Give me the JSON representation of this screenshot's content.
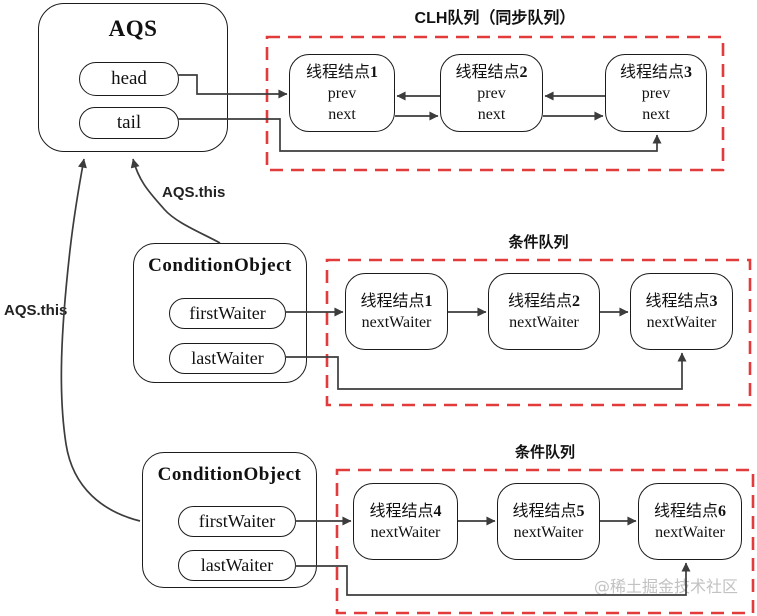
{
  "aqs": {
    "title": "AQS",
    "fields": [
      "head",
      "tail"
    ]
  },
  "labels": {
    "aqs_this_right": "AQS.this",
    "aqs_this_left": "AQS.this"
  },
  "clh": {
    "title": "CLH队列（同步队列）",
    "nodes": [
      {
        "name": "线程结点",
        "num": "1",
        "fields": [
          "prev",
          "next"
        ]
      },
      {
        "name": "线程结点",
        "num": "2",
        "fields": [
          "prev",
          "next"
        ]
      },
      {
        "name": "线程结点",
        "num": "3",
        "fields": [
          "prev",
          "next"
        ]
      }
    ]
  },
  "cond1": {
    "title": "条件队列",
    "object": {
      "title": "ConditionObject",
      "fields": [
        "firstWaiter",
        "lastWaiter"
      ]
    },
    "nodes": [
      {
        "name": "线程结点",
        "num": "1",
        "fields": [
          "nextWaiter"
        ]
      },
      {
        "name": "线程结点",
        "num": "2",
        "fields": [
          "nextWaiter"
        ]
      },
      {
        "name": "线程结点",
        "num": "3",
        "fields": [
          "nextWaiter"
        ]
      }
    ]
  },
  "cond2": {
    "title": "条件队列",
    "object": {
      "title": "ConditionObject",
      "fields": [
        "firstWaiter",
        "lastWaiter"
      ]
    },
    "nodes": [
      {
        "name": "线程结点",
        "num": "4",
        "fields": [
          "nextWaiter"
        ]
      },
      {
        "name": "线程结点",
        "num": "5",
        "fields": [
          "nextWaiter"
        ]
      },
      {
        "name": "线程结点",
        "num": "6",
        "fields": [
          "nextWaiter"
        ]
      }
    ]
  },
  "watermark": "@稀土掘金技术社区",
  "colors": {
    "dashed_border": "#e23b3b",
    "connector": "#3c3c3c",
    "box_border": "#1c1c1c",
    "watermark": "#c2c2c2"
  }
}
